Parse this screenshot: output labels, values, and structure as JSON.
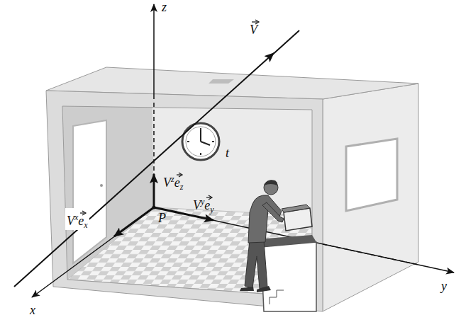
{
  "diagram": {
    "labels": [
      "z",
      "V",
      "t",
      "V",
      "z",
      "e",
      "z",
      "V",
      "x",
      "e",
      "x",
      "V",
      "y",
      "e",
      "y",
      "P",
      "x",
      "y"
    ]
  }
}
